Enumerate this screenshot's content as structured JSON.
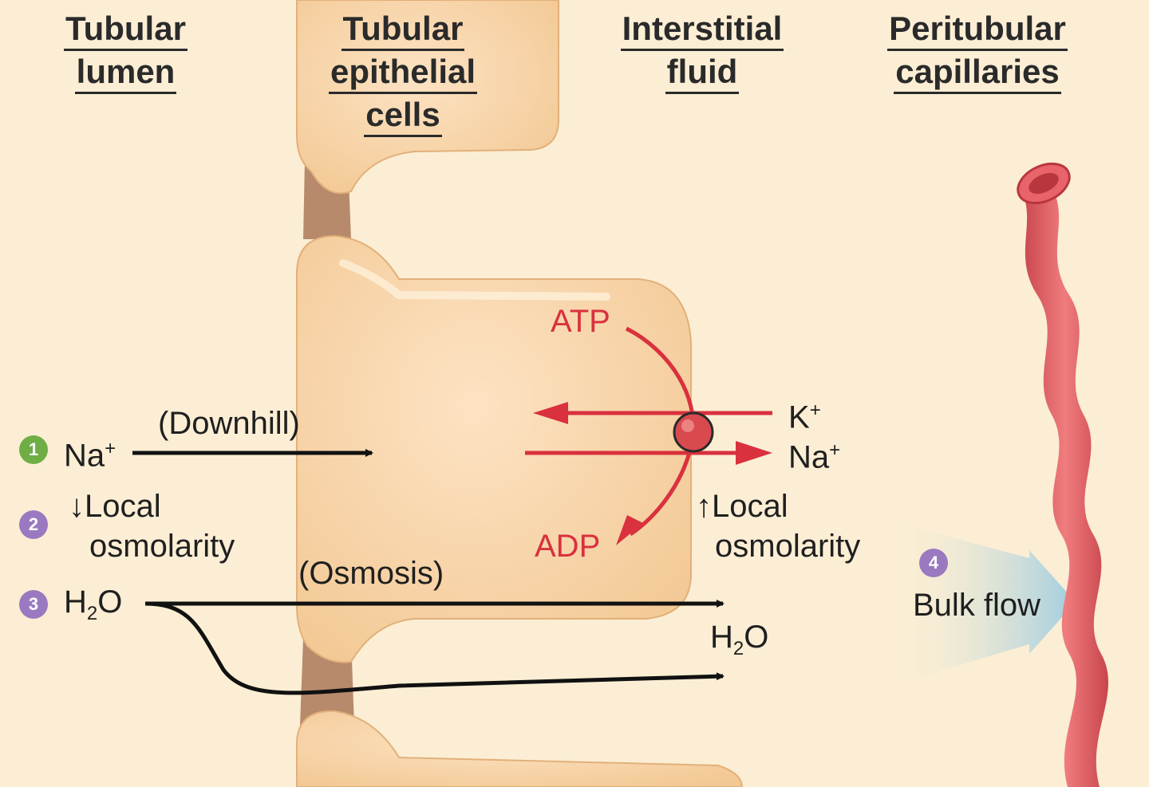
{
  "headers": {
    "tubular_lumen": [
      "Tubular",
      "lumen"
    ],
    "epithelial_cells": [
      "Tubular",
      "epithelial",
      "cells"
    ],
    "interstitial_fluid": [
      "Interstitial",
      "fluid"
    ],
    "peritubular_capillaries": [
      "Peritubular",
      "capillaries"
    ]
  },
  "steps": {
    "s1": {
      "number": "1",
      "ion": "Na",
      "charge": "+",
      "arrow_label": "(Downhill)"
    },
    "s2": {
      "number": "2",
      "arrow": "↓",
      "line1": "Local",
      "line2": "osmolarity"
    },
    "s3": {
      "number": "3",
      "molecule": "H",
      "subscript": "2",
      "tail": "O",
      "arrow_label": "(Osmosis)"
    },
    "s4": {
      "number": "4",
      "label": "Bulk flow"
    }
  },
  "pump": {
    "atp": "ATP",
    "adp": "ADP",
    "k_ion": "K",
    "k_charge": "+",
    "na_ion": "Na",
    "na_charge": "+"
  },
  "interstitial": {
    "arrow": "↑",
    "line1": "Local",
    "line2": "osmolarity",
    "water": {
      "molecule": "H",
      "subscript": "2",
      "tail": "O"
    }
  },
  "colors": {
    "background": "#fbeed4",
    "cell_fill": "#f5cf9f",
    "junction": "#b78a6c",
    "pump_red": "#d9313e",
    "capillary": "#e8646a",
    "step1": "#6fae45",
    "step_other": "#9a79c0",
    "bulk_flow_arrow": "#9fcfe6"
  }
}
